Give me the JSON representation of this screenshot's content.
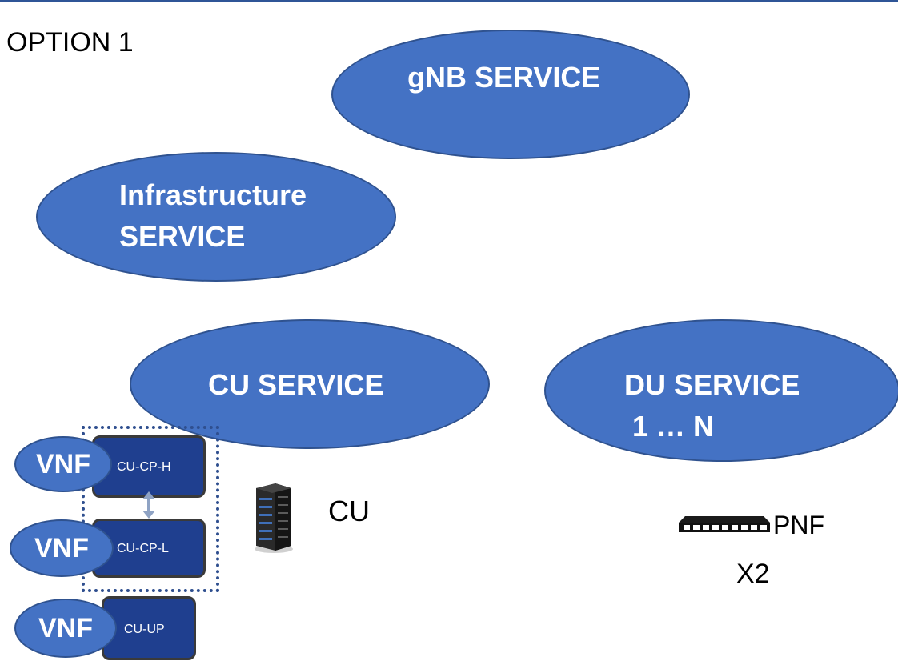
{
  "slide": {
    "title": "OPTION 1",
    "services": {
      "gnb": "gNB SERVICE",
      "infrastructure": "Infrastructure\nSERVICE",
      "cu": "CU SERVICE",
      "du": "DU SERVICE\n 1 … N"
    },
    "vnfs": [
      {
        "badge": "VNF",
        "box": "CU-CP-H"
      },
      {
        "badge": "VNF",
        "box": "CU-CP-L"
      },
      {
        "badge": "VNF",
        "box": "CU-UP"
      }
    ],
    "cu_label": "CU",
    "pnf_label": "PNF",
    "pnf_count": "X2"
  },
  "icons": {
    "server": "server-rack-icon",
    "switch": "network-switch-icon",
    "arrow": "double-arrow-icon"
  },
  "colors": {
    "ellipse_fill": "#4472c4",
    "ellipse_border": "#2f528f",
    "box_fill": "#1f3f8f",
    "dotted_border": "#2f4f8f"
  }
}
